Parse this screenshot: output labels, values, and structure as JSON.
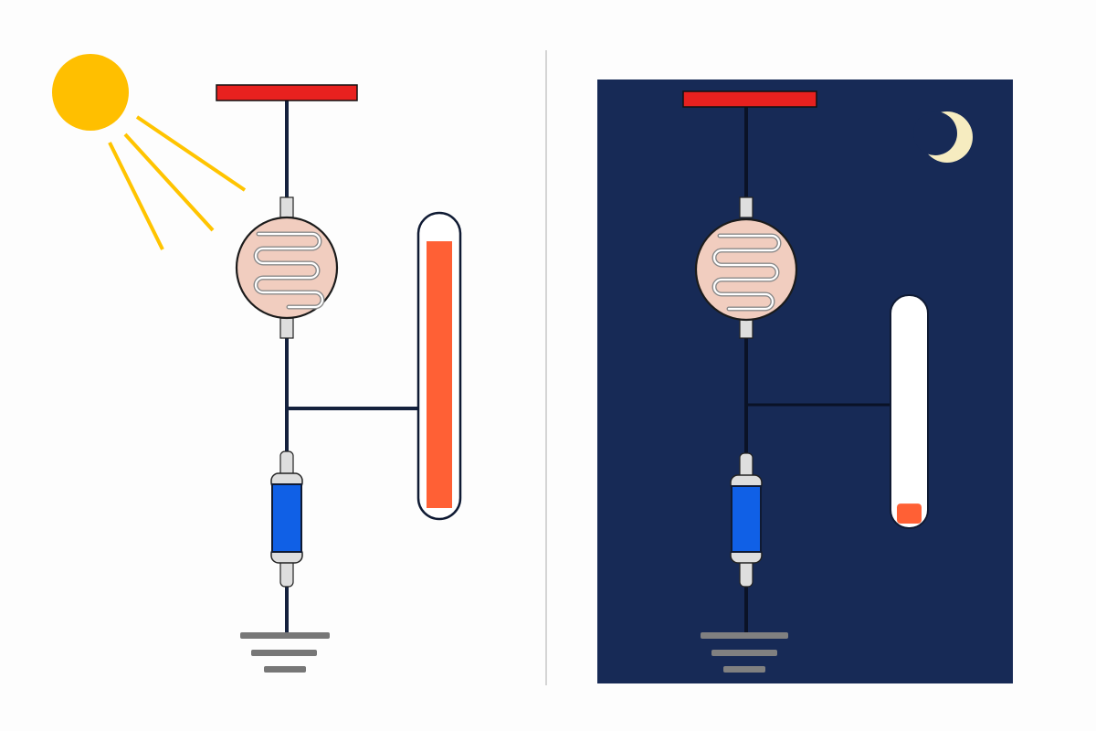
{
  "colors": {
    "page_bg": "#fdfdfd",
    "night_bg": "#172a56",
    "divider": "#c8c8c8",
    "wire_day": "#14213d",
    "wire_night": "#0a1226",
    "supply_bar": "#e8211f",
    "ldr_body": "#f1cdbf",
    "ldr_track": "#8a8a8a",
    "lead_metal": "#dedede",
    "resistor_body": "#1060e6",
    "gauge_fill": "#ff6035",
    "gauge_tube": "#ffffff",
    "gauge_outline": "#0f1a33",
    "ground": "#777777",
    "ground_night": "#808080",
    "sun": "#ffbf00",
    "sun_rays": "#ffc400",
    "moon": "#f6ecc0"
  },
  "panels": [
    {
      "id": "day",
      "scene_icon": "sun-icon",
      "gauge_level": 0.97
    },
    {
      "id": "night",
      "scene_icon": "moon-icon",
      "gauge_level": 0.09
    }
  ]
}
